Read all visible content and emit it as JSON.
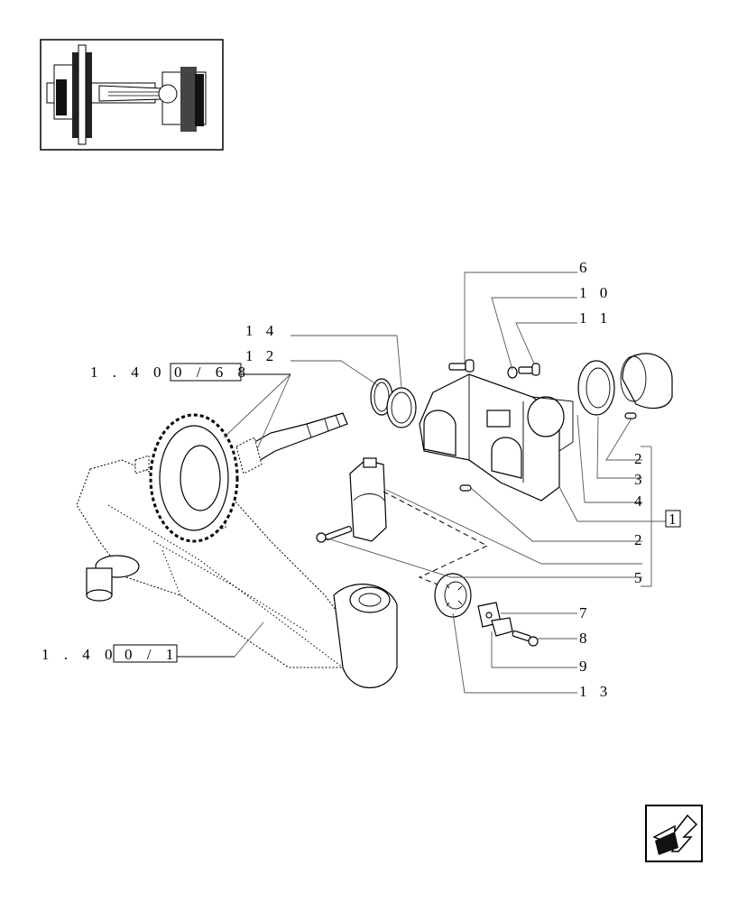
{
  "callouts": {
    "c6": "6",
    "c10": "1 0",
    "c11": "1 1",
    "c14": "1 4",
    "c12": "1 2",
    "c2a": "2",
    "c3": "3",
    "c4": "4",
    "c1": "1",
    "c2b": "2",
    "c5": "5",
    "c7": "7",
    "c8": "8",
    "c9": "9",
    "c13": "1 3"
  },
  "refs": {
    "ref_top_prefix": "1 . 4 0 .",
    "ref_top_box": "0 / 6 8",
    "ref_bottom_prefix": "1 . 4 0 .",
    "ref_bottom_box": "0 / 1"
  },
  "icons": {
    "thumbnail": "axle-assembly-thumbnail",
    "nav": "arrow-back-icon"
  }
}
